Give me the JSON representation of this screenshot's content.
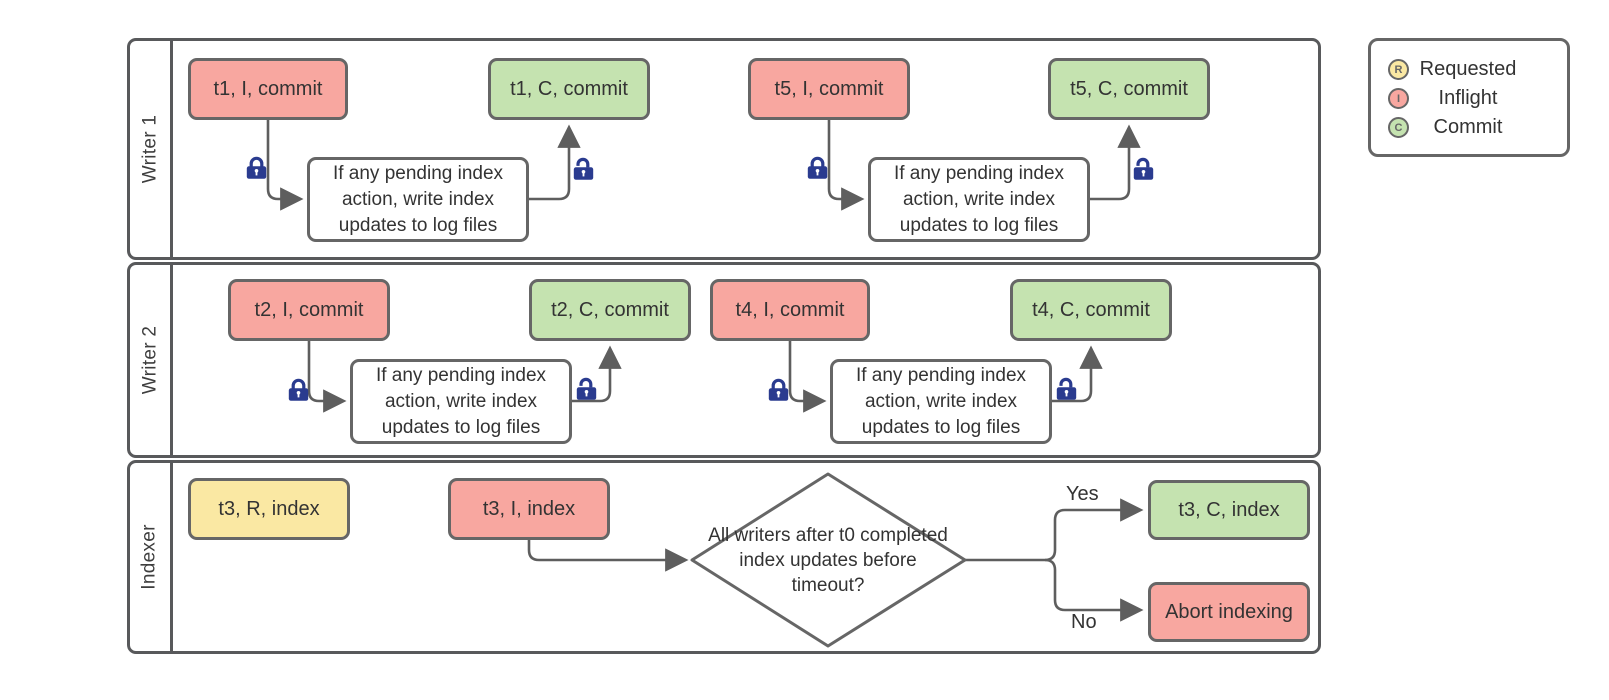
{
  "lanes": [
    {
      "label": "Writer 1"
    },
    {
      "label": "Writer 2"
    },
    {
      "label": "Indexer"
    }
  ],
  "process_step": {
    "text": "If any pending index action, write index updates to log files"
  },
  "decision": {
    "text": "All writers after t0 completed index updates before timeout?",
    "yes": "Yes",
    "no": "No"
  },
  "nodes": {
    "t1_inflight": {
      "label": "t1, I, commit",
      "state": "inflight"
    },
    "t1_commit": {
      "label": "t1, C, commit",
      "state": "commit"
    },
    "t5_inflight": {
      "label": "t5, I, commit",
      "state": "inflight"
    },
    "t5_commit": {
      "label": "t5, C, commit",
      "state": "commit"
    },
    "t2_inflight": {
      "label": "t2, I, commit",
      "state": "inflight"
    },
    "t2_commit": {
      "label": "t2, C, commit",
      "state": "commit"
    },
    "t4_inflight": {
      "label": "t4, I, commit",
      "state": "inflight"
    },
    "t4_commit": {
      "label": "t4, C, commit",
      "state": "commit"
    },
    "t3_requested": {
      "label": "t3, R, index",
      "state": "requested"
    },
    "t3_inflight": {
      "label": "t3, I, index",
      "state": "inflight"
    },
    "t3_commit": {
      "label": "t3, C, index",
      "state": "commit"
    },
    "abort": {
      "label": "Abort indexing",
      "state": "inflight"
    }
  },
  "legend": {
    "items": [
      {
        "letter": "R",
        "label": "Requested",
        "color": "#fae8a3"
      },
      {
        "letter": "I",
        "label": "Inflight",
        "color": "#f8a7a0"
      },
      {
        "letter": "C",
        "label": "Commit",
        "color": "#c5e3b0"
      }
    ]
  },
  "colors": {
    "inflight": "#f8a7a0",
    "commit": "#c5e3b0",
    "requested": "#fae8a3",
    "lock": "#2a3b8f",
    "shape_stroke": "#666666",
    "lane_stroke": "#58595b",
    "connector": "#5e5e5e"
  }
}
